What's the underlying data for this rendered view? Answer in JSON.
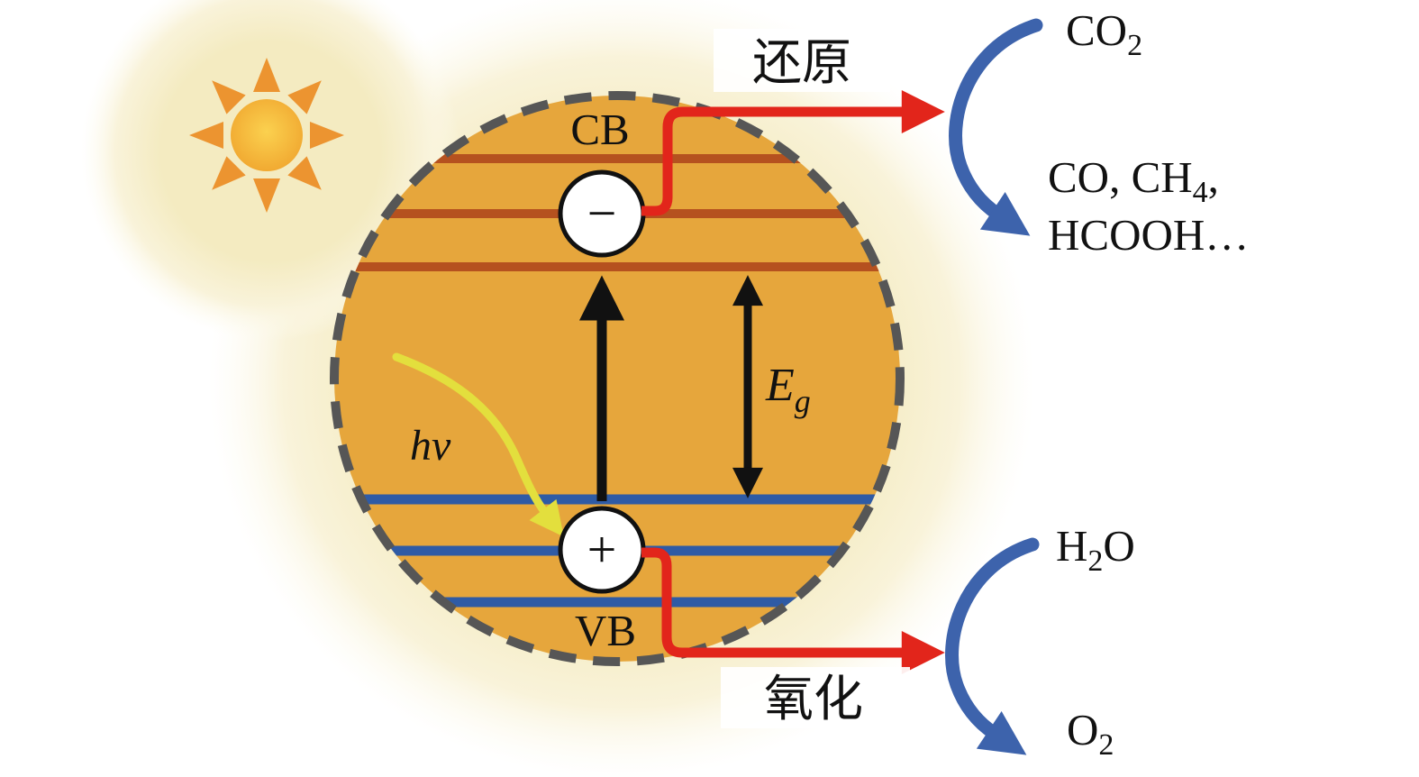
{
  "diagram": {
    "type": "photocatalytic-co2-reduction-schematic",
    "labels": {
      "cb": "CB",
      "vb": "VB",
      "electron": "−",
      "hole": "+",
      "band_gap": {
        "main": "E",
        "sub": "g"
      },
      "photon": "hv",
      "reduction": "还原",
      "oxidation": "氧化"
    },
    "chemicals": {
      "co2": {
        "main": "CO",
        "sub": "2"
      },
      "products_line1": {
        "main": "CO, CH",
        "sub": "4",
        "tail": ","
      },
      "products_line2": "HCOOH…",
      "h2o": {
        "main": "H",
        "sub": "2",
        "tail": "O"
      },
      "o2": {
        "main": "O",
        "sub": "2"
      }
    },
    "colors": {
      "particle_fill": "#e6a63c",
      "glow": "#f4ebc1",
      "cb_stripe": "#b5511f",
      "vb_stripe": "#2f5ba5",
      "electron_transfer_arrow": "#e2251b",
      "reactant_arrow": "#3d63ac",
      "photon_arrow": "#e3df3d",
      "sun_core": "#f0a62f",
      "sun_rays": "#ec9430",
      "particle_border": "#565656",
      "band_gap_arrow": "#111111"
    }
  }
}
